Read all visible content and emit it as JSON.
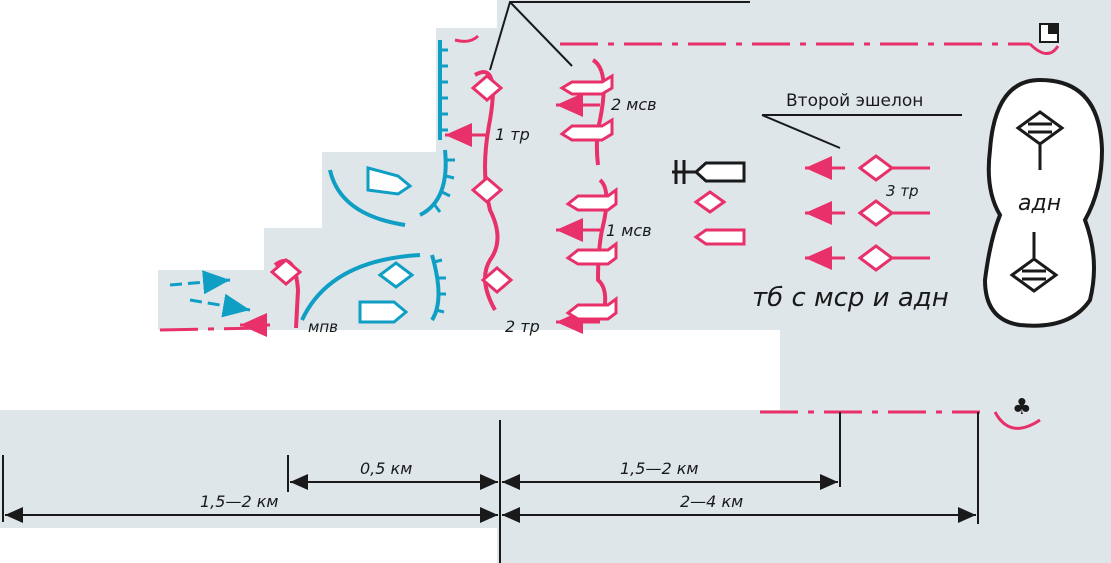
{
  "labels": {
    "second_echelon": "Второй эшелон",
    "platoon_1": "1 тр",
    "platoon_2": "2 тр",
    "platoon_3": "3 тр",
    "msv_1": "1 мсв",
    "msv_2": "2 мсв",
    "mpv": "мпв",
    "adn": "адн",
    "tb_caption": "тб с мср и адн"
  },
  "distances": {
    "d_05": "0,5 км",
    "d_15_2_left": "1,5—2 км",
    "d_15_2_right": "1,5—2 км",
    "d_2_4": "2—4 км"
  },
  "colors": {
    "friendly": "#e8306a",
    "enemy": "#0f9ec4",
    "ink": "#1a1a1a",
    "paper_texture": "#dfe6ea"
  }
}
